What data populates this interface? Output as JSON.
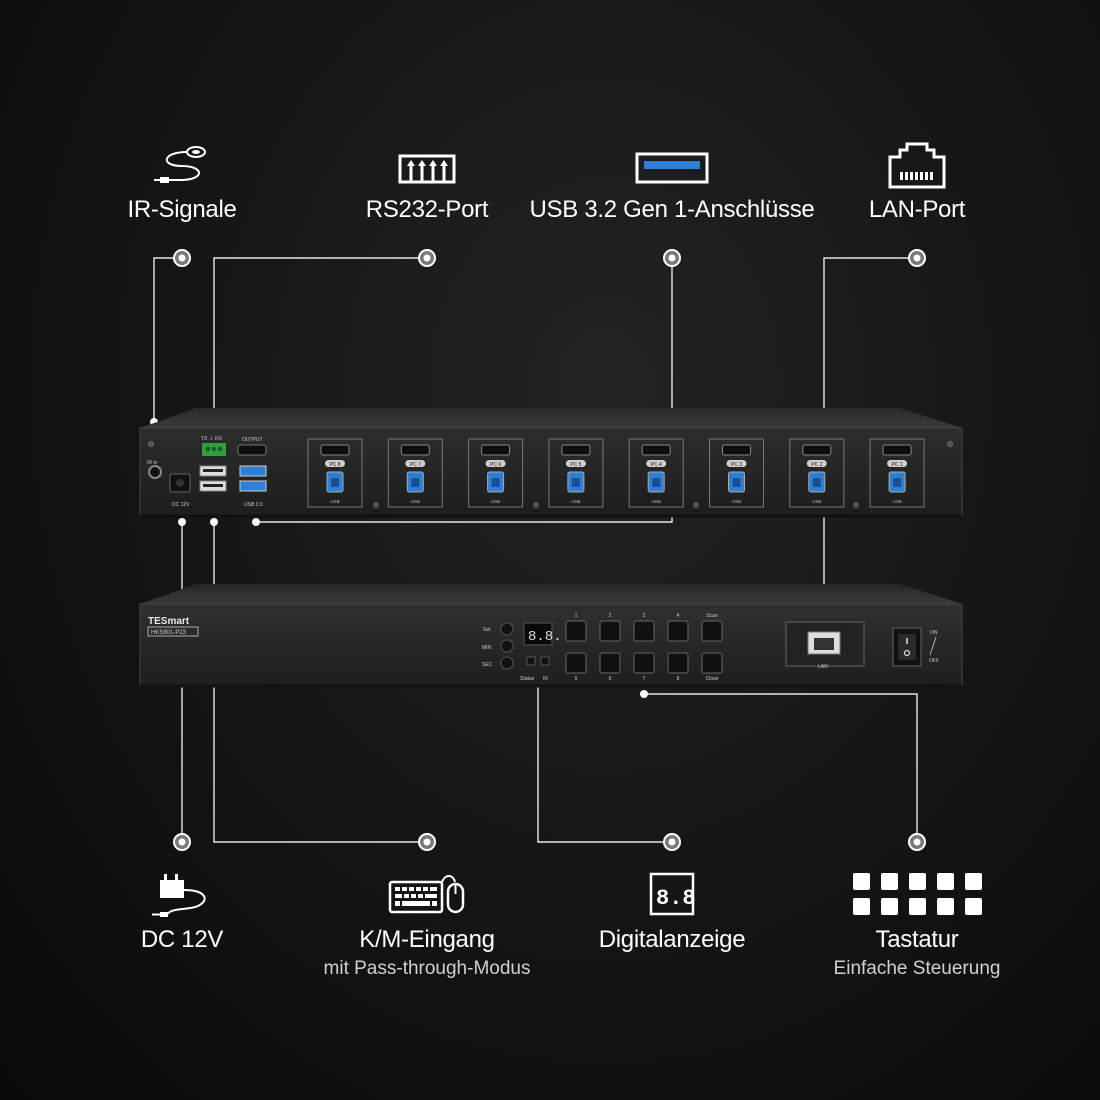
{
  "features_top": [
    {
      "id": "ir",
      "label": "IR-Signale",
      "icon": "ir-remote-icon"
    },
    {
      "id": "rs232",
      "label": "RS232-Port",
      "icon": "serial-port-icon"
    },
    {
      "id": "usb",
      "label": "USB 3.2 Gen 1-Anschlüsse",
      "icon": "usb-port-icon"
    },
    {
      "id": "lan",
      "label": "LAN-Port",
      "icon": "ethernet-port-icon"
    }
  ],
  "features_bottom": [
    {
      "id": "dc",
      "label": "DC 12V",
      "sub": "",
      "icon": "power-adapter-icon"
    },
    {
      "id": "km",
      "label": "K/M-Eingang",
      "sub": "mit Pass-through-Modus",
      "icon": "keyboard-mouse-icon"
    },
    {
      "id": "display",
      "label": "Digitalanzeige",
      "sub": "",
      "icon": "digital-display-icon"
    },
    {
      "id": "keys",
      "label": "Tastatur",
      "sub": "Einfache Steuerung",
      "icon": "keypad-icon"
    }
  ],
  "rear_panel": {
    "ir_in": "IR in",
    "dc": "DC 12V",
    "txrx": "TX ⏚ RX",
    "output": "OUTPUT",
    "usb30": "USB 3.0",
    "port_usb": "USB",
    "ports": [
      "PC 8",
      "PC 7",
      "PC 6",
      "PC 5",
      "PC 4",
      "PC 3",
      "PC 2",
      "PC 1"
    ]
  },
  "front_panel": {
    "brand": "TESmart",
    "model": "HKS801-P23",
    "set": "Set",
    "min": "MIN",
    "sec": "SEC",
    "display": "8.8.",
    "status": "Status",
    "ir": "IR",
    "keys_top": [
      "1",
      "2",
      "3",
      "4",
      "Scan"
    ],
    "keys_bottom": [
      "5",
      "6",
      "7",
      "8",
      "Close"
    ],
    "lan": "LAN",
    "on": "ON",
    "off": "OFF"
  },
  "colors": {
    "accent_usb": "#2f7fd6",
    "line": "#e6e6e6",
    "chassis": "#2b2b2b"
  }
}
